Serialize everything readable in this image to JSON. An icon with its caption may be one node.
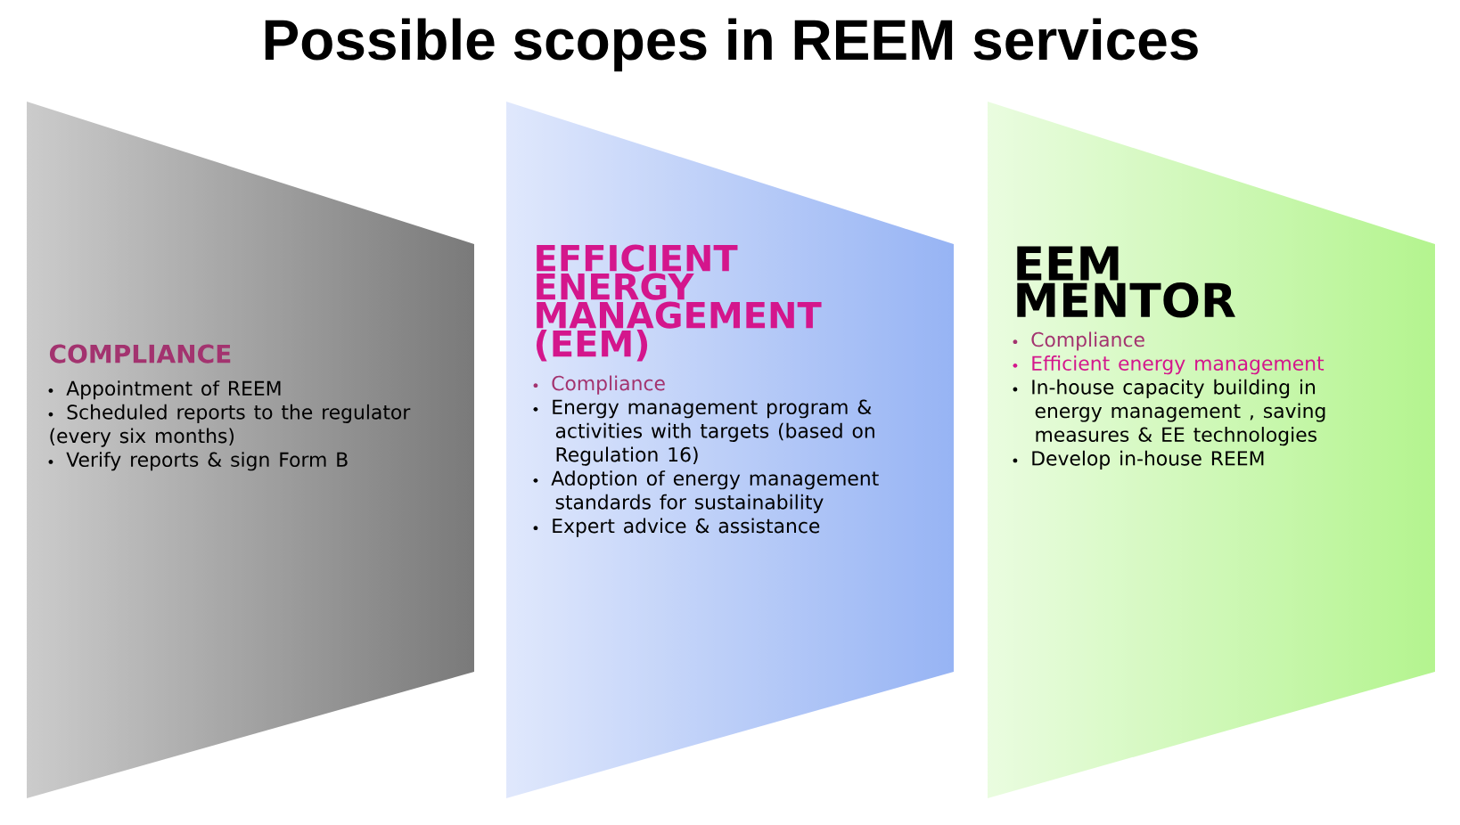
{
  "diagram": {
    "title": "Possible scopes in REEM services",
    "nodes": [
      {
        "text": [
          "COMPLIANCE",
          "Appointment of REEM",
          "Scheduled reports to the regulator (every six months)",
          "Verify reports & sign Form B"
        ]
      },
      {
        "text": [
          "EFFICIENT ENERGY MANAGEMENT (EEM)",
          "Compliance",
          "Energy management program & activities with targets (based on Regulation 16)",
          "Adoption of energy management standards for sustainability",
          "Expert advice & assistance"
        ]
      },
      {
        "text": [
          "EEM MENTOR",
          "Compliance",
          "Efficient energy management",
          "In-house capacity building in energy management , saving measures & EE technologies",
          "Develop in-house REEM"
        ]
      }
    ]
  }
}
